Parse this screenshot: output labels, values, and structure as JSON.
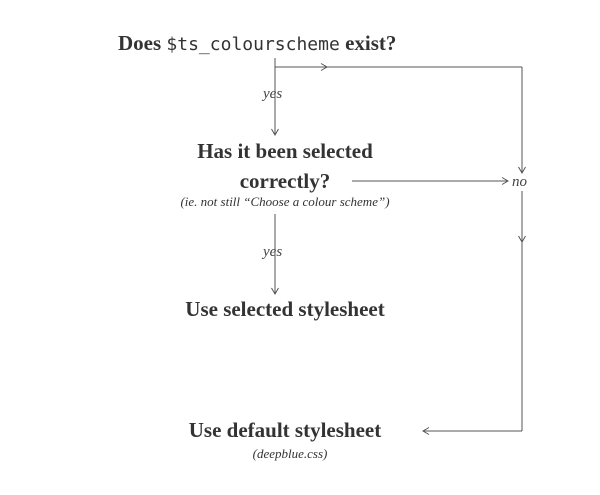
{
  "diagram": {
    "q1": {
      "prefix": "Does ",
      "code": "$ts_colourscheme",
      "suffix": " exist?"
    },
    "q2": {
      "line1": "Has it been selected",
      "line2": "correctly?",
      "note": "(ie. not still “Choose a colour scheme”)"
    },
    "selected": {
      "label": "Use selected stylesheet"
    },
    "default": {
      "label": "Use default stylesheet",
      "note": "(deepblue.css)"
    },
    "edges": {
      "yes1": "yes",
      "yes2": "yes",
      "no": "no"
    }
  }
}
